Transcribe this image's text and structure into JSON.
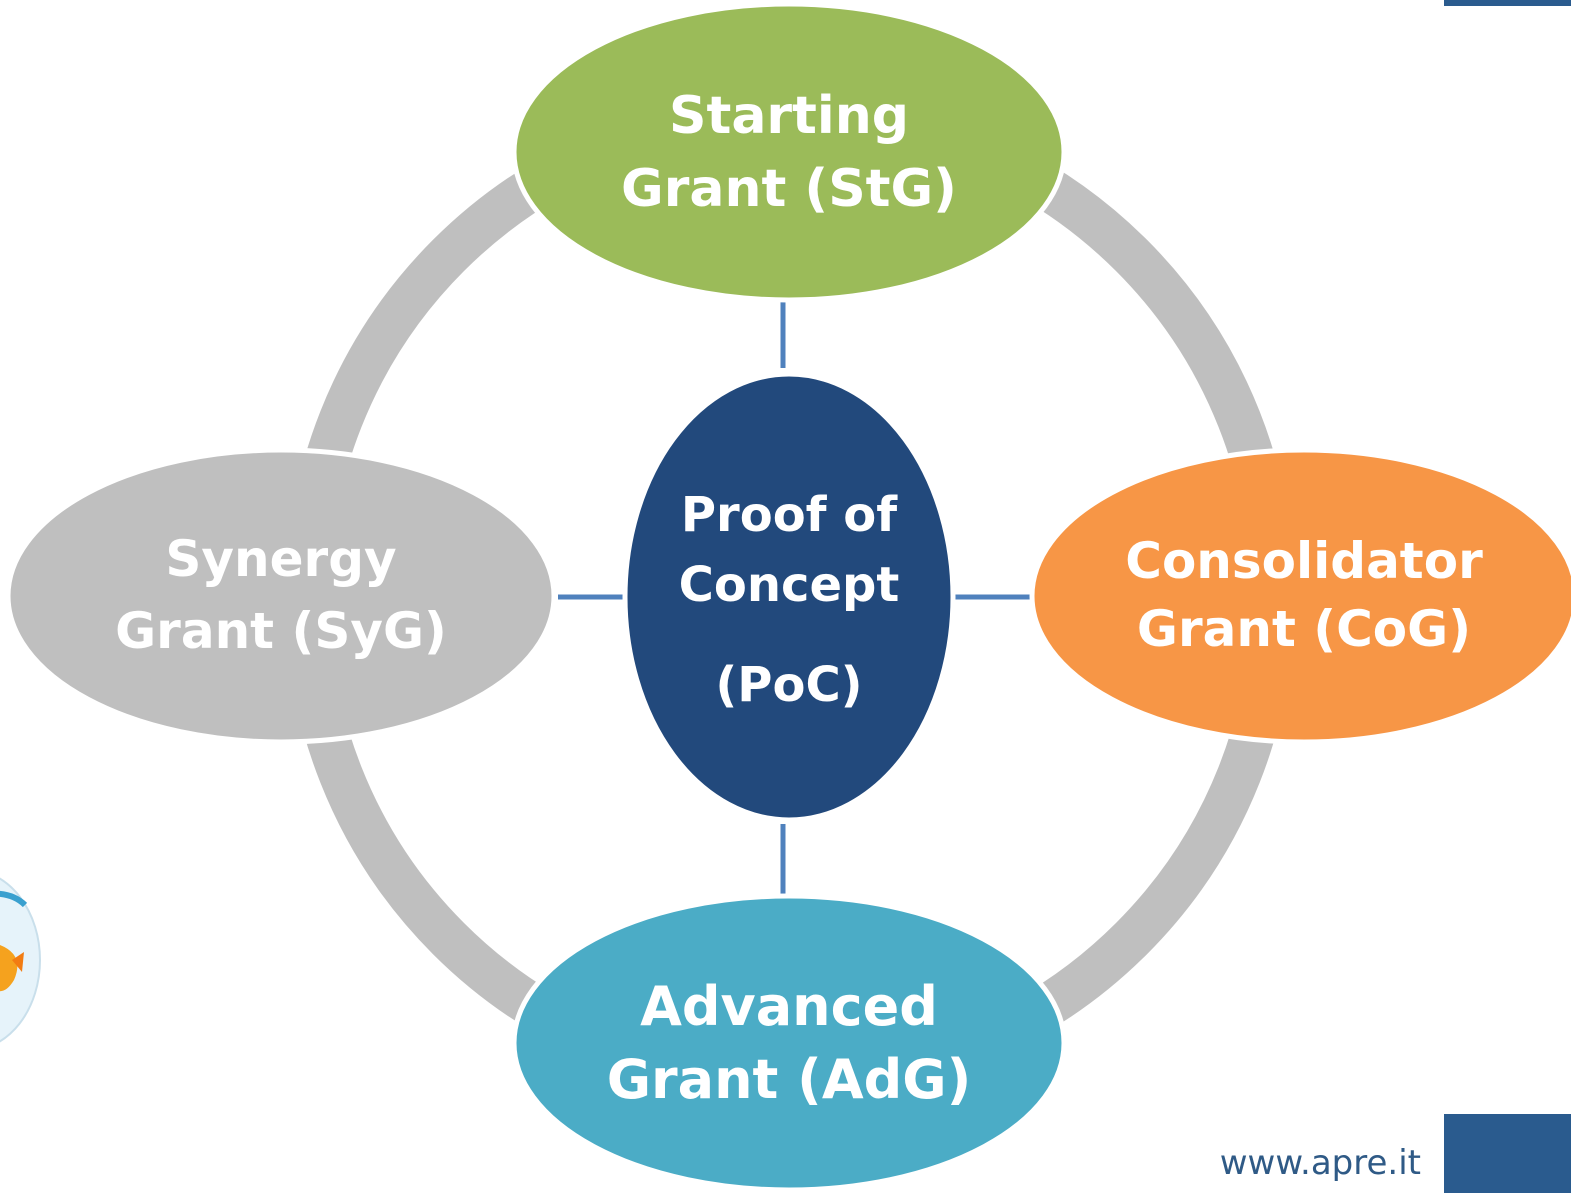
{
  "diagram": {
    "center": {
      "lines": [
        "Proof of",
        "Concept",
        "(PoC)"
      ],
      "color": "#22497c"
    },
    "nodes": {
      "top": {
        "lines": [
          "Starting",
          "Grant (StG)"
        ],
        "color": "#9bbb59"
      },
      "right": {
        "lines": [
          "Consolidator",
          "Grant (CoG)"
        ],
        "color": "#f79646"
      },
      "bottom": {
        "lines": [
          "Advanced",
          "Grant (AdG)"
        ],
        "color": "#4bacc6"
      },
      "left": {
        "lines": [
          "Synergy",
          "Grant (SyG)"
        ],
        "color": "#bfbfbf"
      }
    },
    "ring_color": "#bfbfbf",
    "connector_color": "#4f81bd"
  },
  "footer": {
    "url": "www.apre.it",
    "accent_color": "#2a5b8e"
  },
  "decorations": {
    "fishbowl_icon": "goldfish-bowl-icon"
  }
}
